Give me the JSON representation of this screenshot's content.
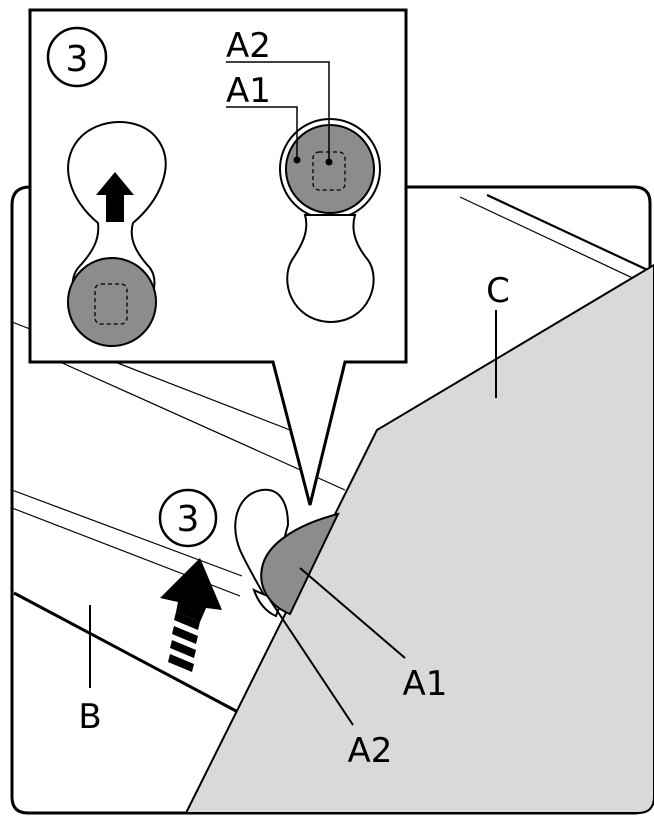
{
  "labels": {
    "step": "3",
    "a1": "A1",
    "a2": "A2",
    "b": "B",
    "c": "C"
  },
  "colors": {
    "panel_gray": "#d9d9d9",
    "knob_gray": "#8c8c8c",
    "outline": "#000000",
    "background": "#ffffff"
  }
}
